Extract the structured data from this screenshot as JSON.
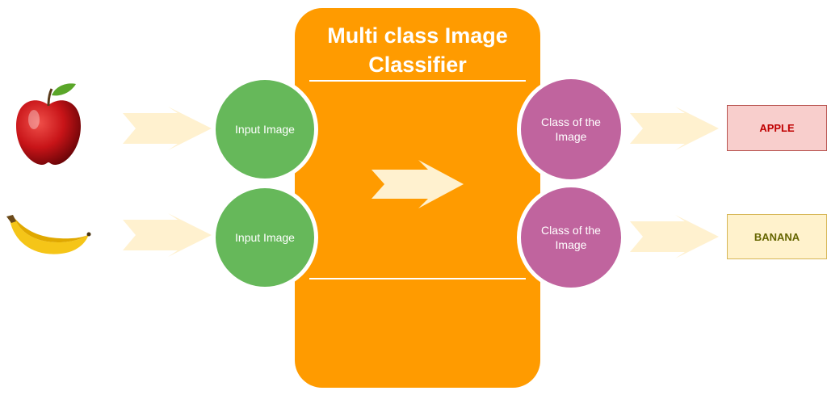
{
  "colors": {
    "orange": "#ff9b00",
    "green": "#66b85a",
    "purple": "#c0649e",
    "arrow": "#fff1cf"
  },
  "classifier": {
    "title": "Multi class Image Classifier"
  },
  "inputs": [
    {
      "fruit_icon": "apple-icon",
      "label": "Input Image"
    },
    {
      "fruit_icon": "banana-icon",
      "label": "Input Image"
    }
  ],
  "outputs": [
    {
      "label": "Class of the Image",
      "class_name": "APPLE"
    },
    {
      "label": "Class of the Image",
      "class_name": "BANANA"
    }
  ]
}
